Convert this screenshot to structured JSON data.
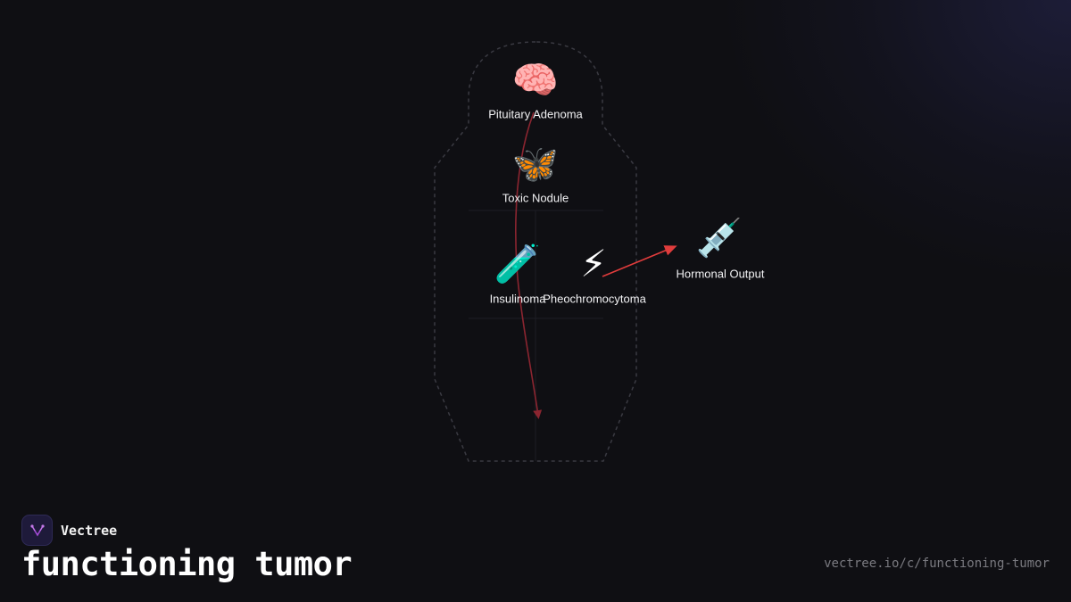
{
  "diagram": {
    "nodes": [
      {
        "id": "pituitary",
        "icon": "brain-icon",
        "glyph": "🧠",
        "label": "Pituitary Adenoma"
      },
      {
        "id": "thyroid",
        "icon": "butterfly-icon",
        "glyph": "🦋",
        "label": "Toxic Nodule"
      },
      {
        "id": "pancreas",
        "icon": "test-tube-icon",
        "glyph": "🧪",
        "label": "Insulinoma"
      },
      {
        "id": "adrenal",
        "icon": "lightning-icon",
        "glyph": "⚡",
        "label": "Pheochromocytoma"
      },
      {
        "id": "output",
        "icon": "syringe-icon",
        "glyph": "💉",
        "label": "Hormonal Output"
      }
    ],
    "edges": [
      {
        "from": "pituitary",
        "to": "lower-body",
        "color": "#8b2530"
      },
      {
        "from": "adrenal",
        "to": "output",
        "color": "#e03c3c"
      }
    ]
  },
  "brand": {
    "name": "Vectree",
    "logo_color": "#a44bd8"
  },
  "title": "functioning tumor",
  "url": "vectree.io/c/functioning-tumor"
}
